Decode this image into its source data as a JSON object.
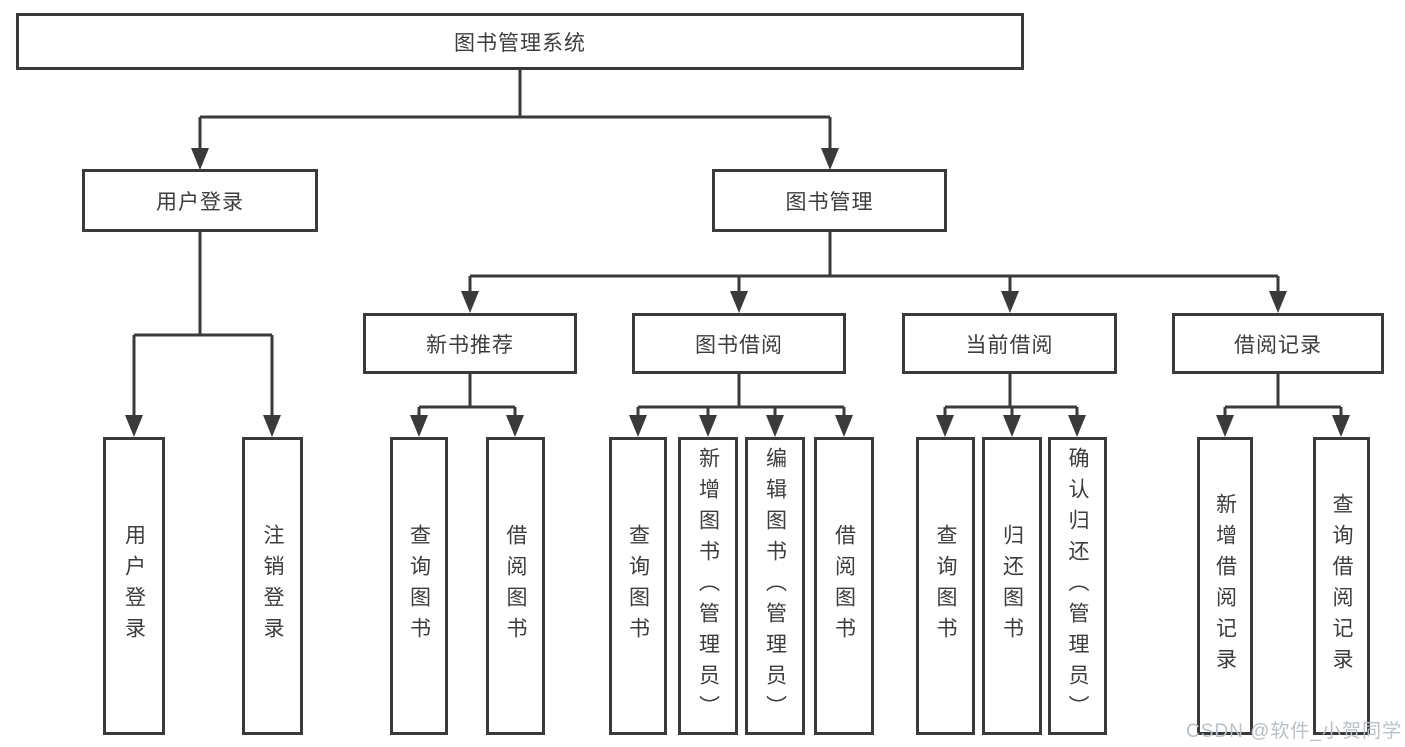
{
  "nodes": {
    "root": "图书管理系统",
    "user_login": "用户登录",
    "book_mgmt": "图书管理",
    "new_books": "新书推荐",
    "book_borrow": "图书借阅",
    "current_borrow": "当前借阅",
    "borrow_records": "借阅记录"
  },
  "leaves": {
    "user_login": [
      "用户登录",
      "注销登录"
    ],
    "new_books": [
      "查询图书",
      "借阅图书"
    ],
    "book_borrow": [
      "查询图书",
      "新增图书（管理员）",
      "编辑图书（管理员）",
      "借阅图书"
    ],
    "current_borrow": [
      "查询图书",
      "归还图书",
      "确认归还（管理员）"
    ],
    "borrow_records": [
      "新增借阅记录",
      "查询借阅记录"
    ]
  },
  "watermark": "CSDN @软件_小贺同学",
  "colors": {
    "line": "#3a3a3a",
    "text": "#3d3d3d",
    "watermark": "#b9c0c7",
    "background": "#ffffff"
  }
}
